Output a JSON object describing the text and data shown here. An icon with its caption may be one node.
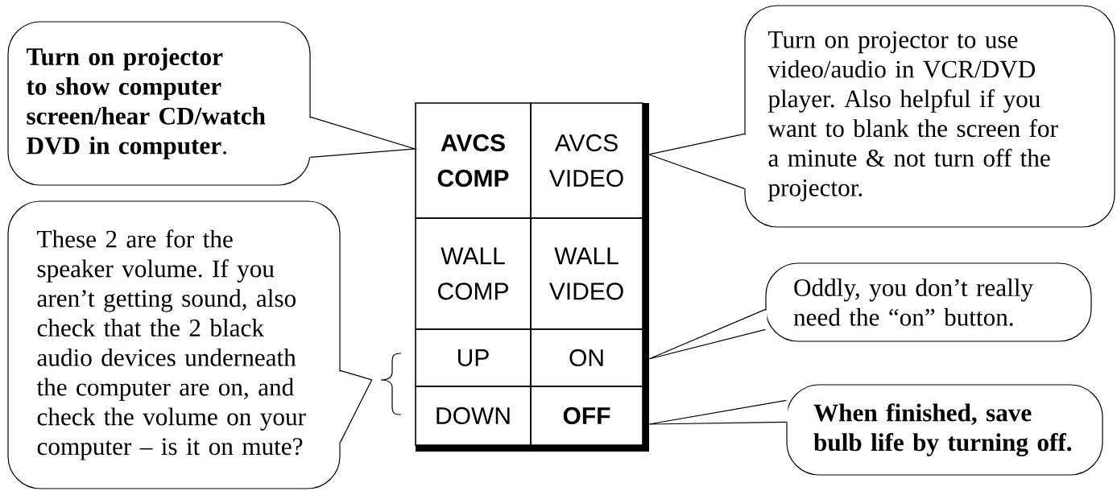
{
  "diagram": {
    "nodes": [
      {
        "text": [
          "**Turn on projector to show computer screen/hear CD/watch DVD in computer**."
        ]
      },
      {
        "text": [
          "Turn on projector to use video/audio in VCR/DVD player. Also helpful if you want to blank the screen for a minute & not turn off the projector."
        ]
      },
      {
        "text": [
          "AVCS COMP"
        ]
      },
      {
        "text": [
          "AVCS VIDEO"
        ]
      },
      {
        "text": [
          "WALL COMP"
        ]
      },
      {
        "text": [
          "WALL VIDEO"
        ]
      },
      {
        "text": [
          "UP"
        ]
      },
      {
        "text": [
          "ON"
        ]
      },
      {
        "text": [
          "DOWN"
        ]
      },
      {
        "text": [
          "OFF"
        ]
      },
      {
        "text": [
          "These 2 are for the speaker volume. If you aren’t getting sound, also check that the 2 black audio devices underneath the computer are on, and check the volume on your computer – is it on mute?"
        ]
      },
      {
        "text": [
          "Oddly, you don’t really need the “on” button."
        ]
      },
      {
        "text": [
          "When finished, save bulb life by turning off."
        ]
      },
      {
        "text": [],
        "shape": "brace"
      }
    ],
    "edges": [
      {
        "from": 0,
        "to": 2,
        "arrow": "none"
      },
      {
        "from": 1,
        "to": 3,
        "arrow": "none"
      },
      {
        "from": 10,
        "to": 13,
        "arrow": "none"
      },
      {
        "from": 11,
        "to": 7,
        "arrow": "none"
      },
      {
        "from": 12,
        "to": 9,
        "arrow": "none"
      }
    ]
  }
}
